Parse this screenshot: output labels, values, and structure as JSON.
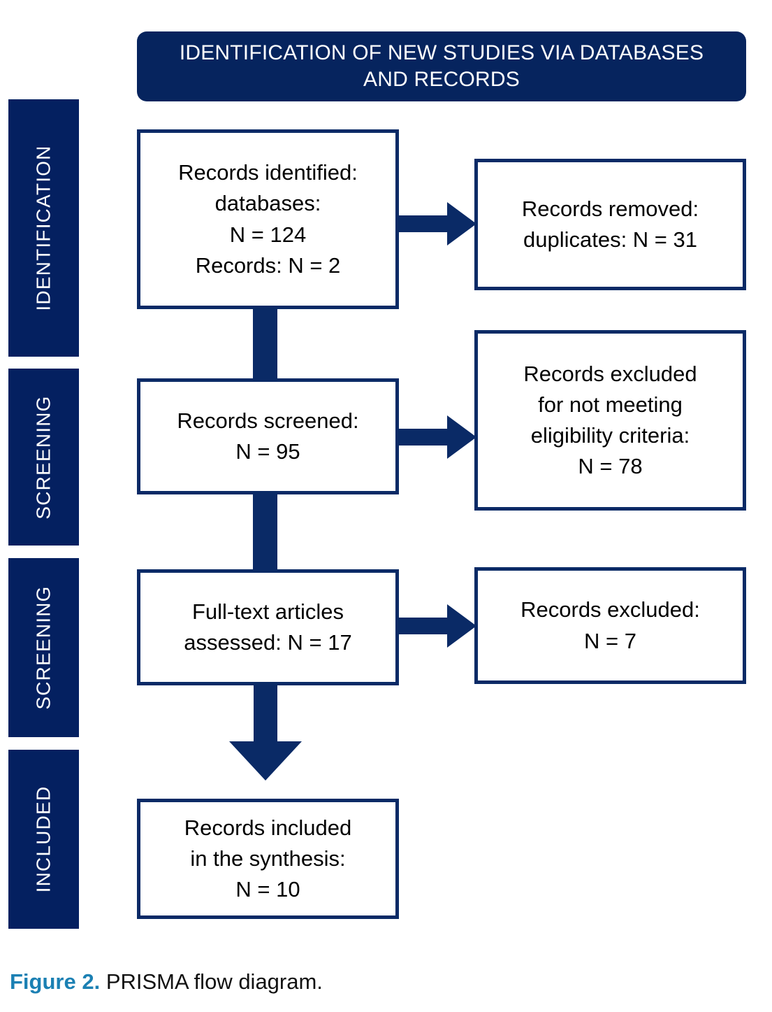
{
  "figure": {
    "title": "IDENTIFICATION OF NEW STUDIES VIA DATABASES AND RECORDS",
    "caption_label": "Figure 2.",
    "caption_text": " PRISMA flow diagram.",
    "accent_color": "#1b80b3",
    "navy_color": "#042060",
    "box_border_color": "#0a2a66"
  },
  "stages": [
    {
      "label": "IDENTIFICATION"
    },
    {
      "label": "SCREENING"
    },
    {
      "label": "SCREENING"
    },
    {
      "label": "INCLUDED"
    }
  ],
  "chart_data": {
    "type": "diagram",
    "title": "IDENTIFICATION OF NEW STUDIES VIA DATABASES AND RECORDS",
    "nodes": [
      {
        "id": "identified",
        "column": "left",
        "stage": "IDENTIFICATION",
        "text": "Records identified:\ndatabases:\nN = 124\nRecords: N = 2",
        "values": {
          "databases": 124,
          "records": 2
        }
      },
      {
        "id": "removed",
        "column": "right",
        "stage": "IDENTIFICATION",
        "text": "Records removed:\nduplicates: N = 31",
        "values": {
          "duplicates": 31
        }
      },
      {
        "id": "screened",
        "column": "left",
        "stage": "SCREENING",
        "text": "Records screened:\nN = 95",
        "values": {
          "n": 95
        }
      },
      {
        "id": "excluded_eligibility",
        "column": "right",
        "stage": "SCREENING",
        "text": "Records excluded\nfor not meeting\neligibility criteria:\nN = 78",
        "values": {
          "n": 78
        }
      },
      {
        "id": "fulltext",
        "column": "left",
        "stage": "SCREENING",
        "text": "Full-text articles\nassessed: N = 17",
        "values": {
          "n": 17
        }
      },
      {
        "id": "excluded",
        "column": "right",
        "stage": "SCREENING",
        "text": "Records excluded:\nN = 7",
        "values": {
          "n": 7
        }
      },
      {
        "id": "included",
        "column": "left",
        "stage": "INCLUDED",
        "text": "Records included\nin the synthesis:\nN = 10",
        "values": {
          "n": 10
        }
      }
    ],
    "edges": [
      {
        "from": "identified",
        "to": "removed",
        "direction": "right"
      },
      {
        "from": "identified",
        "to": "screened",
        "direction": "down"
      },
      {
        "from": "screened",
        "to": "excluded_eligibility",
        "direction": "right"
      },
      {
        "from": "screened",
        "to": "fulltext",
        "direction": "down"
      },
      {
        "from": "fulltext",
        "to": "excluded",
        "direction": "right"
      },
      {
        "from": "fulltext",
        "to": "included",
        "direction": "down-arrow"
      }
    ]
  },
  "boxes": {
    "identified": "Records identified:\ndatabases:\nN = 124\nRecords: N = 2",
    "removed": "Records removed:\nduplicates: N = 31",
    "screened": "Records screened:\nN = 95",
    "excluded_eligibility": "Records excluded\nfor not meeting\neligibility criteria:\nN = 78",
    "fulltext": "Full-text articles\nassessed: N = 17",
    "excluded": "Records excluded:\nN = 7",
    "included": "Records included\nin the synthesis:\nN = 10"
  }
}
